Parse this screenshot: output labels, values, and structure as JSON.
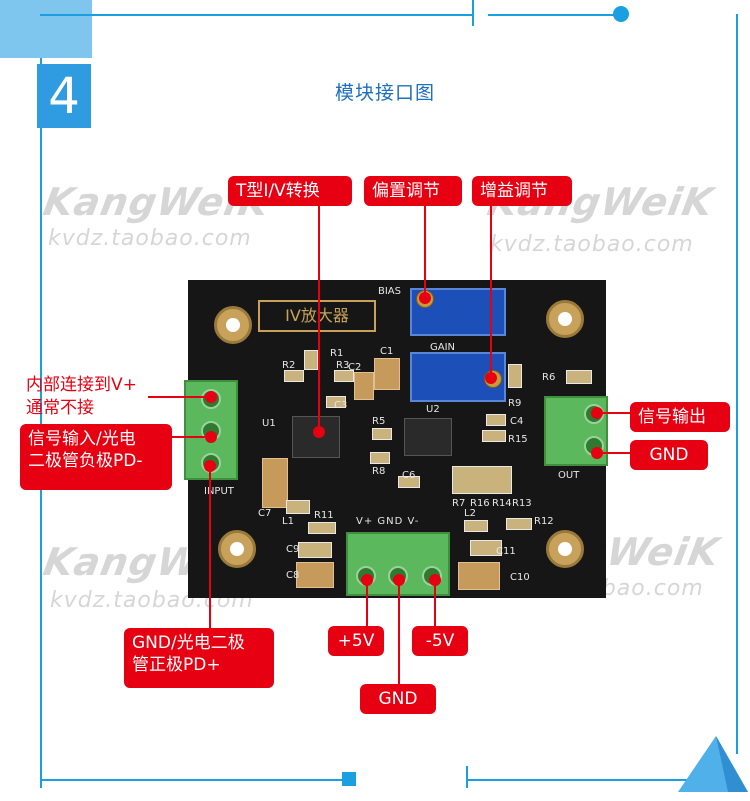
{
  "step_number": "4",
  "title": "模块接口图",
  "watermark": {
    "brand": "KangWeiK",
    "url": "kvdz.taobao.com"
  },
  "board": {
    "product_name": "IV放大器",
    "silkscreen": {
      "bias": "BIAS",
      "gain": "GAIN",
      "input": "INPUT",
      "out": "OUT",
      "power": "V+  GND  V-",
      "u1": "U1",
      "u2": "U2",
      "r1": "R1",
      "r2": "R2",
      "r3": "R3",
      "c1": "C1",
      "c2": "C2",
      "c3": "C3",
      "c4": "C4",
      "r5": "R5",
      "r6": "R6",
      "r8": "R8",
      "r9": "R9",
      "r15": "R15",
      "c6": "C6",
      "c7": "C7",
      "l1": "L1",
      "r11": "R11",
      "c9": "C9",
      "c8": "C8",
      "r7": "R7",
      "r16": "R16",
      "r14": "R14",
      "r13": "R13",
      "l2": "L2",
      "r12": "R12",
      "c11": "C11",
      "c10": "C10"
    }
  },
  "labels": {
    "t_iv": "T型I/V转换",
    "bias": "偏置调节",
    "gain": "增益调节",
    "internal_1": "内部连接到V+",
    "internal_2": "通常不接",
    "signal_in_1": "信号输入/光电",
    "signal_in_2": "二极管负极PD-",
    "gnd_pd_1": "GND/光电二极",
    "gnd_pd_2": "管正极PD+",
    "signal_out": "信号输出",
    "gnd_out": "GND",
    "plus5v": "+5V",
    "minus5v": "-5V",
    "gnd_power": "GND"
  },
  "colors": {
    "accent": "#1aa0e0",
    "label_red": "#e60012",
    "title_blue": "#1d6fc0"
  }
}
